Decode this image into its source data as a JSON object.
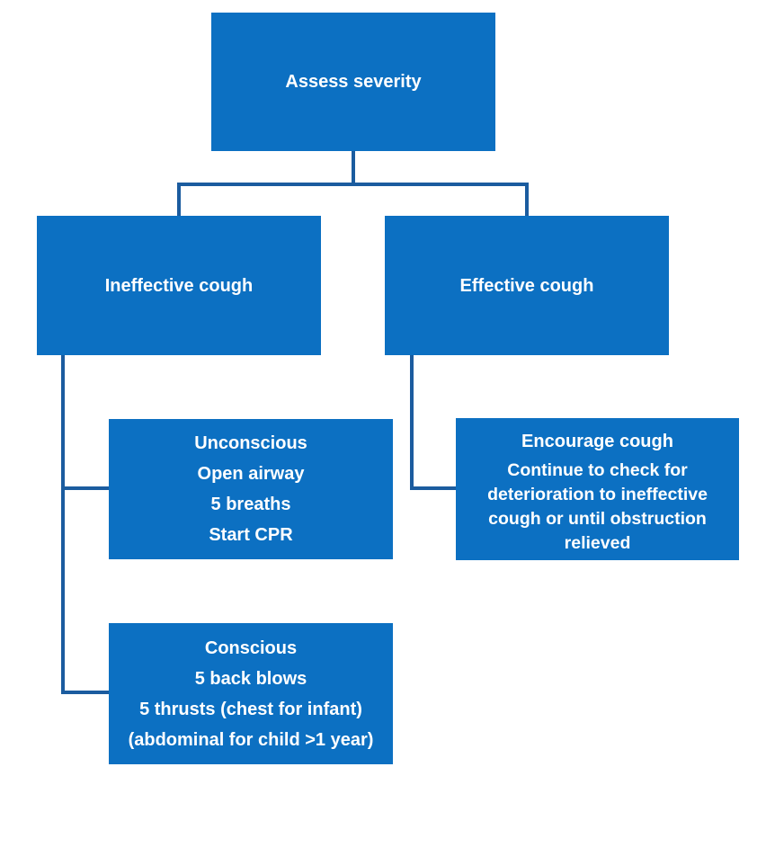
{
  "diagram": {
    "type": "flowchart",
    "colors": {
      "node_fill": "#0C70C2",
      "connector": "#1B5C9F",
      "node_text": "#FFFFFF",
      "background": "#FFFFFF"
    },
    "nodes": {
      "assess": {
        "label": "Assess severity"
      },
      "ineffective": {
        "label": "Ineffective cough"
      },
      "effective": {
        "label": "Effective cough"
      },
      "unconscious": {
        "lines": [
          "Unconscious",
          "Open airway",
          "5 breaths",
          "Start CPR"
        ]
      },
      "encourage": {
        "title": "Encourage cough",
        "body_lines": [
          "Continue to check for",
          "deterioration to ineffective",
          "cough or until obstruction",
          "relieved"
        ]
      },
      "conscious": {
        "lines": [
          "Conscious",
          "5 back blows",
          "5 thrusts (chest for infant)",
          "(abdominal for child >1 year)"
        ]
      }
    },
    "edges": [
      "assess -> ineffective",
      "assess -> effective",
      "ineffective -> unconscious",
      "ineffective -> conscious",
      "effective -> encourage"
    ]
  }
}
